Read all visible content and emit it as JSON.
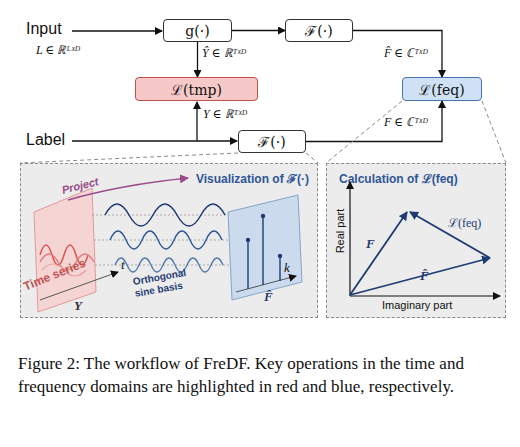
{
  "diagram": {
    "caption": "Figure 2: The workflow of FreDF. Key operations in the time and frequency domains are highlighted in red and blue, respectively.",
    "nodes": [
      {
        "text": [
          "g(·)"
        ]
      },
      {
        "text": [
          "ℱ(·)"
        ]
      },
      {
        "text": [
          "ℒ(tmp)"
        ]
      },
      {
        "text": [
          "ℒ(feq)"
        ]
      },
      {
        "text": [
          "ℱ(·)"
        ]
      },
      {
        "text": [
          "Visualization of ℱ(·)"
        ]
      },
      {
        "text": [
          "Calculation of ℒ(feq)"
        ]
      }
    ],
    "edges": [
      {
        "from": 0,
        "to": 1,
        "arrow": "to"
      },
      {
        "from": 0,
        "to": 2,
        "arrow": "to"
      },
      {
        "from": 1,
        "to": 3,
        "arrow": "to"
      },
      {
        "from": 4,
        "to": 3,
        "arrow": "to"
      },
      {
        "from": 4,
        "to": 5,
        "arrow": "none"
      },
      {
        "from": 3,
        "to": 6,
        "arrow": "none"
      }
    ],
    "labels": [
      "Input",
      "L ∈ ℝᴸˣᴰ",
      "Ŷ ∈ ℝᵀˣᴰ",
      "F̂ ∈ ℂᵀˣᴰ",
      "Y ∈ ℝᵀˣᴰ",
      "Label",
      "F ∈ ℂᵀˣᴰ",
      "Project",
      "Time series",
      "Y",
      "t",
      "Orthogonal sine basis",
      "F̂",
      "k",
      "Real part",
      "Imaginary part",
      "F",
      "F̂",
      "ℒ(feq)"
    ]
  }
}
